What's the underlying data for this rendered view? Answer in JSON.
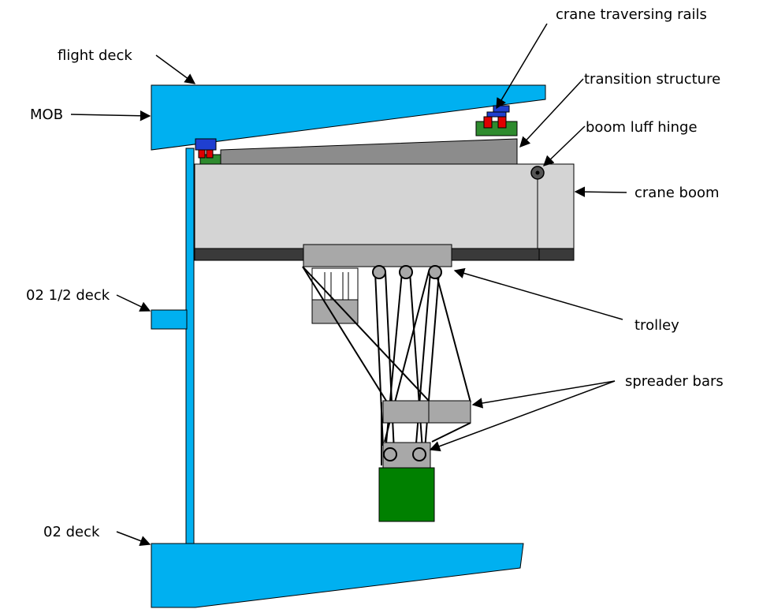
{
  "labels": {
    "flight_deck": "flight deck",
    "mob": "MOB",
    "o2_half_deck": "02 1/2 deck",
    "o2_deck": "02 deck",
    "crane_traversing_rails": "crane traversing rails",
    "transition_structure": "transition structure",
    "boom_luff_hinge": "boom luff hinge",
    "crane_boom": "crane boom",
    "trolley": "trolley",
    "spreader_bars": "spreader bars"
  },
  "colors": {
    "deck": "#00b0f0",
    "boom": "#d4d4d4",
    "transition": "#8c8c8c",
    "boom_flange": "#3a3a3a",
    "trolley": "#a8a8a8",
    "spreader": "#a8a8a8",
    "load": "#008000",
    "rail_blue": "#1f3fd0",
    "rail_red": "#e00000",
    "rail_green": "#2e8b2e",
    "hinge": "#555555"
  }
}
